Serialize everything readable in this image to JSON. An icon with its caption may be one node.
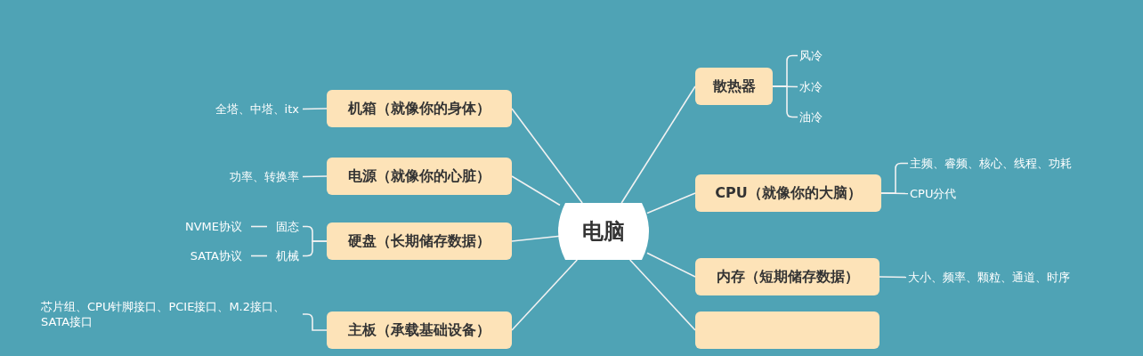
{
  "diagram": {
    "nodes": [
      {
        "text": [
          "电脑"
        ]
      },
      {
        "text": [
          "散热器"
        ]
      },
      {
        "text": [
          "风冷"
        ]
      },
      {
        "text": [
          "水冷"
        ]
      },
      {
        "text": [
          "油冷"
        ]
      },
      {
        "text": [
          "CPU（就像你的大脑）"
        ]
      },
      {
        "text": [
          "主频、睿频、核心、线程、功耗"
        ]
      },
      {
        "text": [
          "CPU分代"
        ]
      },
      {
        "text": [
          "内存（短期储存数据）"
        ]
      },
      {
        "text": [
          "大小、频率、颗粒、通道、时序"
        ]
      },
      {
        "text": [],
        "shape": "box"
      },
      {
        "text": [
          "机箱（就像你的身体）"
        ]
      },
      {
        "text": [
          "全塔、中塔、itx"
        ]
      },
      {
        "text": [
          "电源（就像你的心脏）"
        ]
      },
      {
        "text": [
          "功率、转换率"
        ]
      },
      {
        "text": [
          "硬盘（长期储存数据）"
        ]
      },
      {
        "text": [
          "固态"
        ]
      },
      {
        "text": [
          "NVME协议"
        ]
      },
      {
        "text": [
          "机械"
        ]
      },
      {
        "text": [
          "SATA协议"
        ]
      },
      {
        "text": [
          "主板（承载基础设备）"
        ]
      },
      {
        "text": [
          "芯片组、CPU针脚接口、PCIE接口、M.2接口、SATA接口"
        ]
      }
    ],
    "edges": [
      {
        "from": 0,
        "to": 1,
        "arrow": "none"
      },
      {
        "from": 0,
        "to": 5,
        "arrow": "none"
      },
      {
        "from": 0,
        "to": 8,
        "arrow": "none"
      },
      {
        "from": 0,
        "to": 10,
        "arrow": "none"
      },
      {
        "from": 0,
        "to": 11,
        "arrow": "none"
      },
      {
        "from": 0,
        "to": 13,
        "arrow": "none"
      },
      {
        "from": 0,
        "to": 15,
        "arrow": "none"
      },
      {
        "from": 0,
        "to": 20,
        "arrow": "none"
      },
      {
        "from": 1,
        "to": 2,
        "arrow": "none"
      },
      {
        "from": 1,
        "to": 3,
        "arrow": "none"
      },
      {
        "from": 1,
        "to": 4,
        "arrow": "none"
      },
      {
        "from": 5,
        "to": 6,
        "arrow": "none"
      },
      {
        "from": 5,
        "to": 7,
        "arrow": "none"
      },
      {
        "from": 8,
        "to": 9,
        "arrow": "none"
      },
      {
        "from": 11,
        "to": 12,
        "arrow": "none"
      },
      {
        "from": 13,
        "to": 14,
        "arrow": "none"
      },
      {
        "from": 15,
        "to": 16,
        "arrow": "none"
      },
      {
        "from": 15,
        "to": 18,
        "arrow": "none"
      },
      {
        "from": 16,
        "to": 17,
        "arrow": "none"
      },
      {
        "from": 18,
        "to": 19,
        "arrow": "none"
      },
      {
        "from": 20,
        "to": 21,
        "arrow": "none"
      }
    ]
  }
}
